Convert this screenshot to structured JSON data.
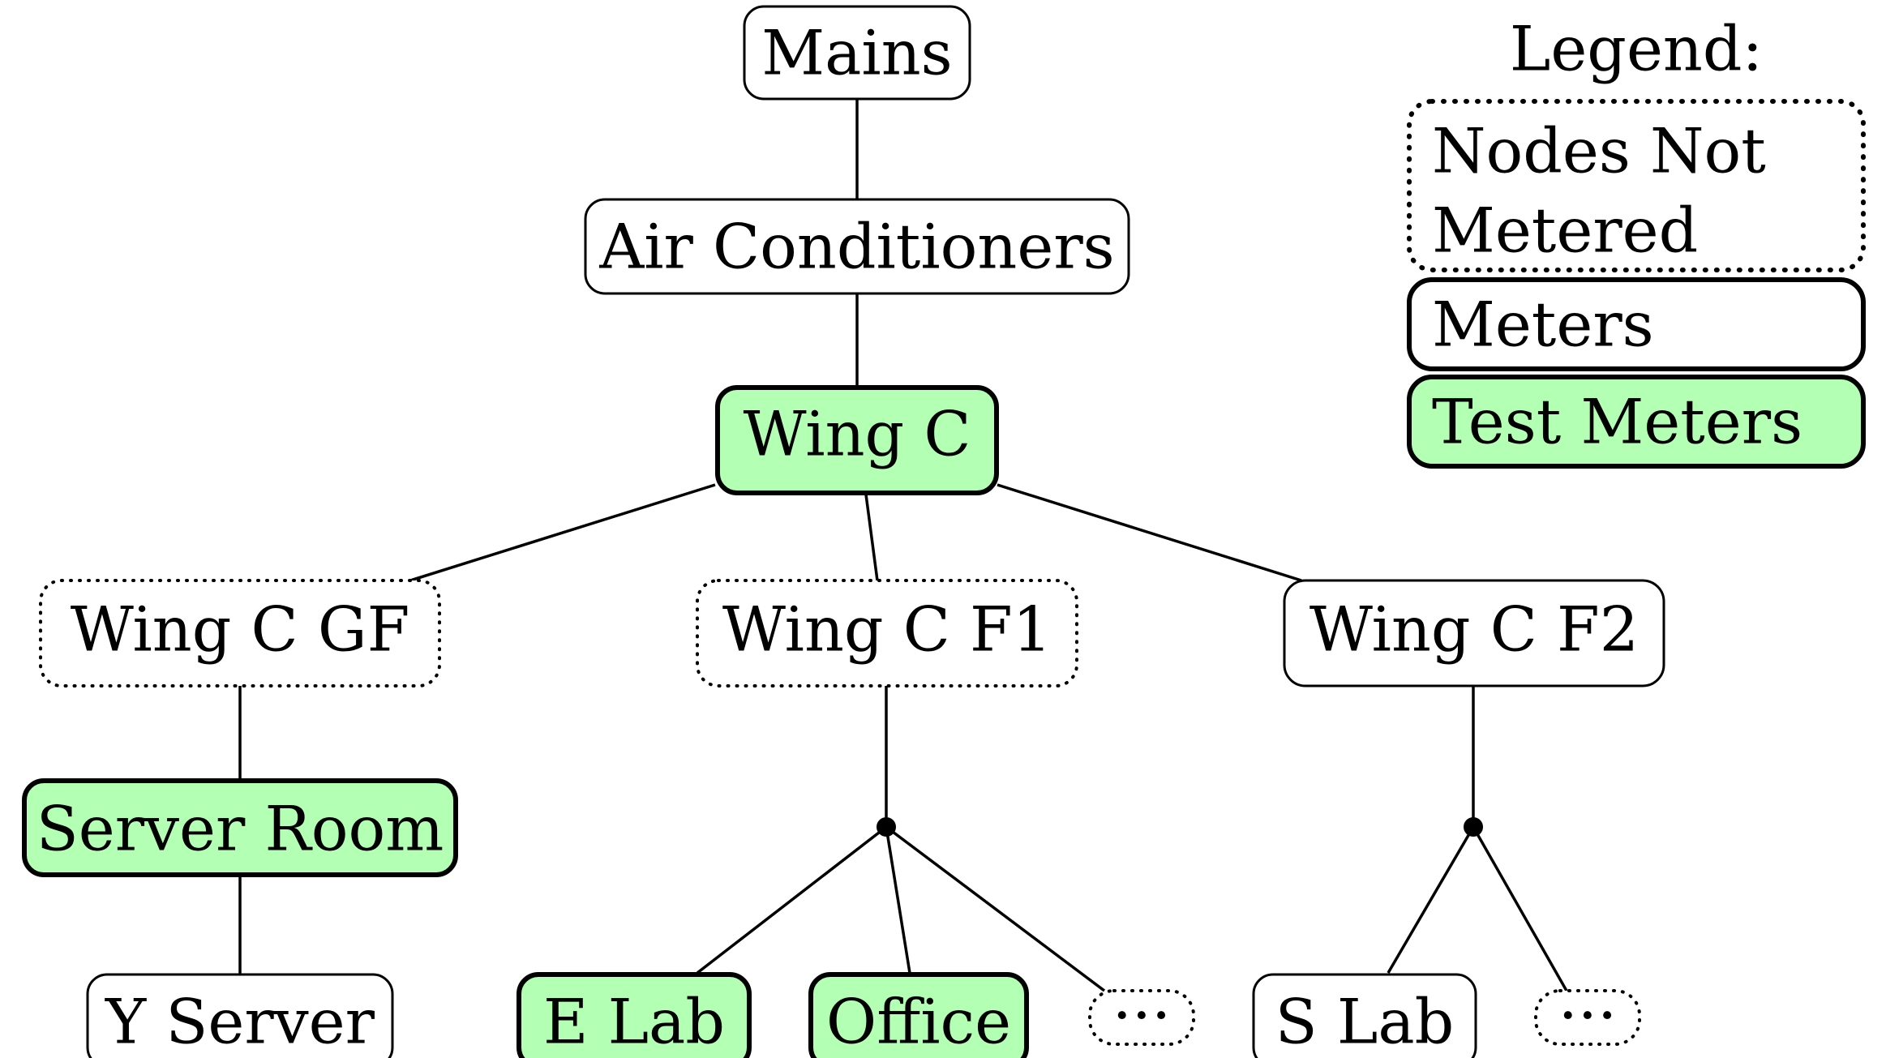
{
  "colors": {
    "test_meter_fill": "#b3ffb3",
    "meter_fill": "#ffffff",
    "line": "#000000"
  },
  "nodes": {
    "mains": "Mains",
    "air_conditioners": "Air Conditioners",
    "wing_c": "Wing C",
    "wing_c_gf": "Wing C GF",
    "wing_c_f1": "Wing C F1",
    "wing_c_f2": "Wing C F2",
    "server_room": "Server Room",
    "y_server": "Y Server",
    "e_lab": "E Lab",
    "office": "Office",
    "f1_more": "···",
    "s_lab": "S Lab",
    "f2_more": "···"
  },
  "node_types": {
    "mains": "meter",
    "air_conditioners": "meter",
    "wing_c": "test-meter",
    "wing_c_gf": "not-metered",
    "wing_c_f1": "not-metered",
    "wing_c_f2": "meter",
    "server_room": "test-meter",
    "y_server": "meter",
    "e_lab": "test-meter",
    "office": "test-meter",
    "f1_more": "not-metered",
    "s_lab": "meter",
    "f2_more": "not-metered"
  },
  "legend": {
    "title": "Legend:",
    "not_metered_line1": "Nodes Not",
    "not_metered_line2": "Metered",
    "meters": "Meters",
    "test_meters": "Test Meters"
  }
}
